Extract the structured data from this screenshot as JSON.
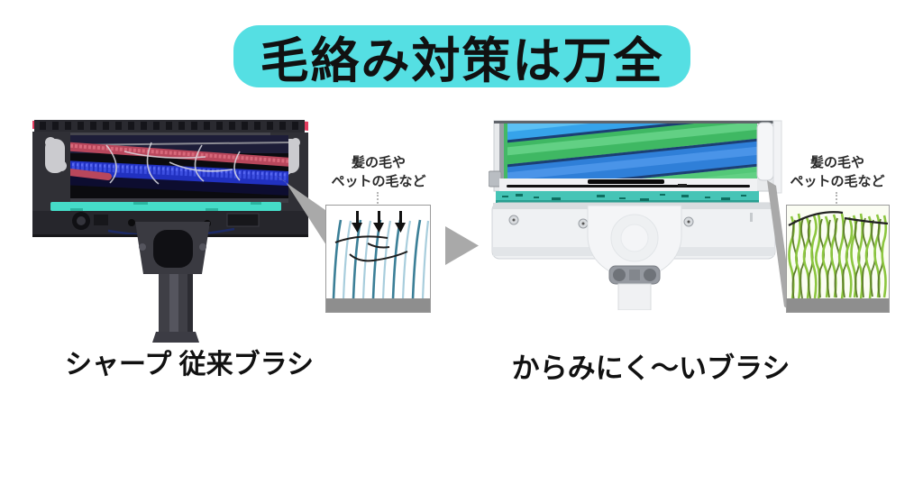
{
  "banner": {
    "text": "毛絡み対策は万全"
  },
  "comparison": {
    "left": {
      "caption": "シャープ 従来ブラシ",
      "callout": {
        "line1": "髪の毛や",
        "line2": "ペットの毛など"
      }
    },
    "right": {
      "caption": "からみにく〜いブラシ",
      "callout": {
        "line1": "髪の毛や",
        "line2": "ペットの毛など"
      }
    }
  },
  "colors": {
    "banner-bg": "#55dfe3",
    "text": "#111111",
    "pointer-gray": "#a9a9a9",
    "floor-gray": "#8e8e8e",
    "old-bristle-dark": "#3b7f97",
    "old-bristle-light": "#a9cedd",
    "new-bristle-light": "#8cc63f",
    "new-bristle-dark": "#5d7c2c",
    "brush-red": "#b8475c",
    "brush-blue": "#2131c0",
    "fuzz-teal": "#45dcc8",
    "new-stripe-green": "#3fb863",
    "new-stripe-blue": "#2f7fd8"
  }
}
